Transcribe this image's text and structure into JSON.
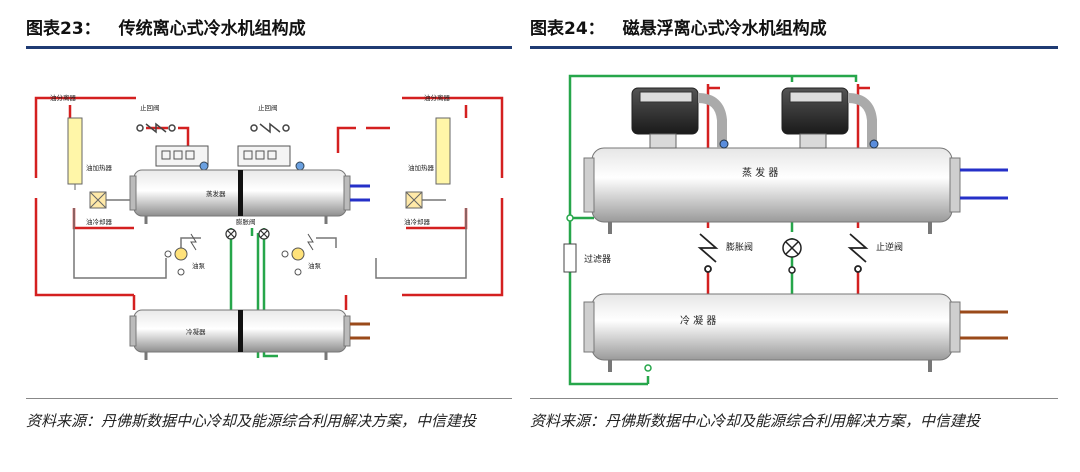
{
  "left": {
    "title_num": "图表23：",
    "title_text": "传统离心式冷水机组构成",
    "labels": {
      "oil_separator_l": "油分离器",
      "oil_separator_r": "油分离器",
      "check_valve_l": "止回阀",
      "check_valve_r": "止回阀",
      "oil_heater_l": "油加热器",
      "oil_heater_r": "油加热器",
      "oil_cooler_l": "油冷却器",
      "oil_cooler_r": "油冷却器",
      "evaporator": "蒸发器",
      "expansion_valve": "膨胀阀",
      "oil_pump_l": "油泵",
      "oil_pump_r": "油泵",
      "condenser": "冷凝器"
    },
    "source": "资料来源：丹佛斯数据中心冷却及能源综合利用解决方案，中信建投"
  },
  "right": {
    "title_num": "图表24：",
    "title_text": "磁悬浮离心式冷水机组构成",
    "labels": {
      "evaporator": "蒸 发 器",
      "filter": "过滤器",
      "expansion_valve": "膨胀阀",
      "check_valve": "止逆阀",
      "condenser": "冷 凝 器"
    },
    "source": "资料来源：丹佛斯数据中心冷却及能源综合利用解决方案，中信建投"
  }
}
